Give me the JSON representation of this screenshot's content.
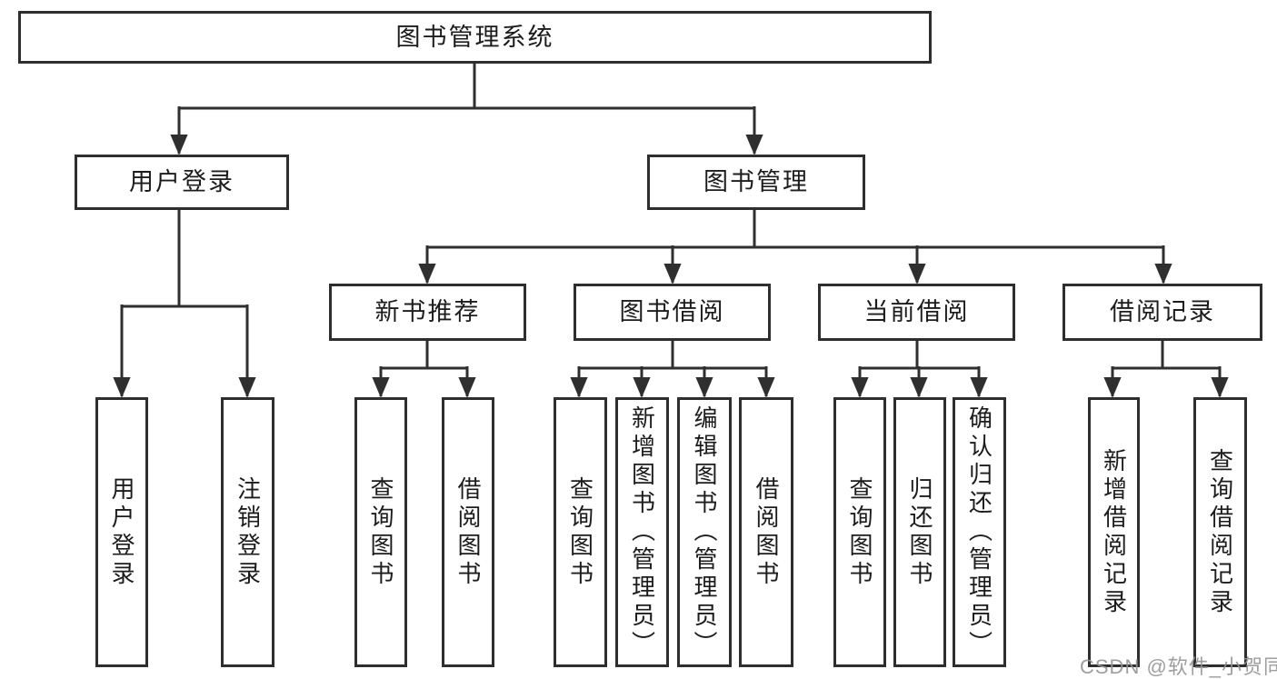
{
  "diagram": {
    "title": "图书管理系统",
    "user_login_branch": {
      "label": "用户登录",
      "children": [
        "用户登录",
        "注销登录"
      ]
    },
    "book_mgmt_branch": {
      "label": "图书管理",
      "groups": [
        {
          "label": "新书推荐",
          "children": [
            "查询图书",
            "借阅图书"
          ]
        },
        {
          "label": "图书借阅",
          "children": [
            "查询图书",
            "新增图书（管理员）",
            "编辑图书（管理员）",
            "借阅图书"
          ]
        },
        {
          "label": "当前借阅",
          "children": [
            "查询图书",
            "归还图书",
            "确认归还（管理员）"
          ]
        },
        {
          "label": "借阅记录",
          "children": [
            "新增借阅记录",
            "查询借阅记录"
          ]
        }
      ]
    }
  },
  "watermark": {
    "text": "CSDN @软件_小贺同学"
  },
  "colors": {
    "line": "#2f2f2f",
    "box_border": "#2e2e2e",
    "text": "#1c1c1c",
    "watermark": "#949494",
    "background": "#ffffff"
  }
}
